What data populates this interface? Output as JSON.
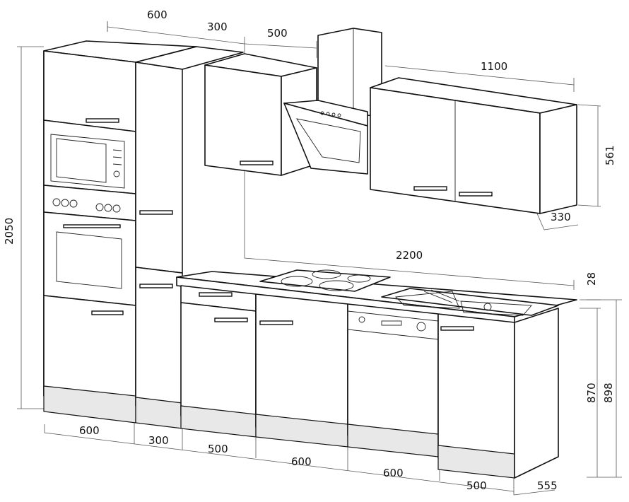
{
  "dimensions": {
    "top_600": "600",
    "top_300": "300",
    "top_500": "500",
    "wall_1100": "1100",
    "wall_depth_330": "330",
    "wall_height_561": "561",
    "total_height_2050": "2050",
    "worktop_2200": "2200",
    "worktop_thickness_28": "28",
    "base_height_870": "870",
    "total_base_898": "898",
    "bottom_600_a": "600",
    "bottom_300": "300",
    "bottom_500_a": "500",
    "bottom_600_b": "600",
    "bottom_600_c": "600",
    "bottom_500_b": "500",
    "depth_555": "555"
  }
}
